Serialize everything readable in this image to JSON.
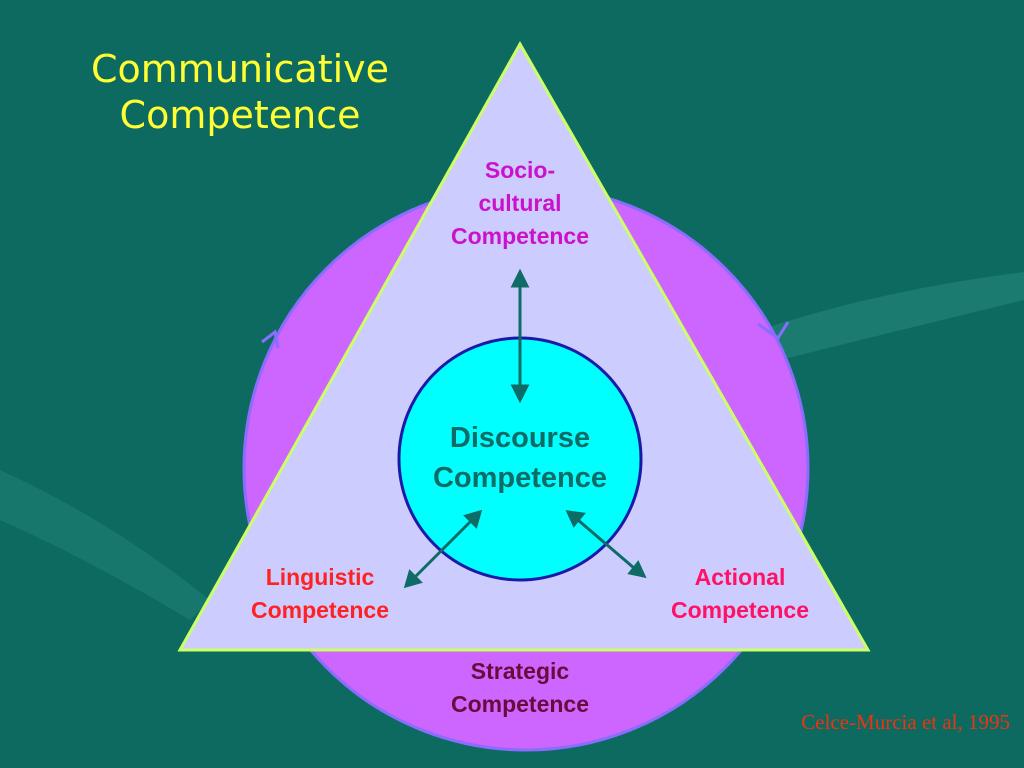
{
  "title": {
    "line1": "Communicative",
    "line2": "Competence"
  },
  "nodes": {
    "sociocultural": {
      "line1": "Socio-",
      "line2": "cultural",
      "line3": "Competence"
    },
    "discourse": {
      "line1": "Discourse",
      "line2": "Competence"
    },
    "linguistic": {
      "line1": "Linguistic",
      "line2": "Competence"
    },
    "actional": {
      "line1": "Actional",
      "line2": "Competence"
    },
    "strategic": {
      "line1": "Strategic",
      "line2": "Competence"
    }
  },
  "citation": "Celce-Murcia et al, 1995",
  "colors": {
    "background": "#0c6a60",
    "title": "#ffff33",
    "outer_circle": "#cc66ff",
    "triangle": "#ccccff",
    "inner_circle": "#00ffff",
    "arrow": "#0e6b65",
    "sociocultural": "#cc11cc",
    "linguistic": "#ff2222",
    "actional": "#ff1166",
    "strategic": "#6b0a3c",
    "citation": "#ee3311"
  }
}
